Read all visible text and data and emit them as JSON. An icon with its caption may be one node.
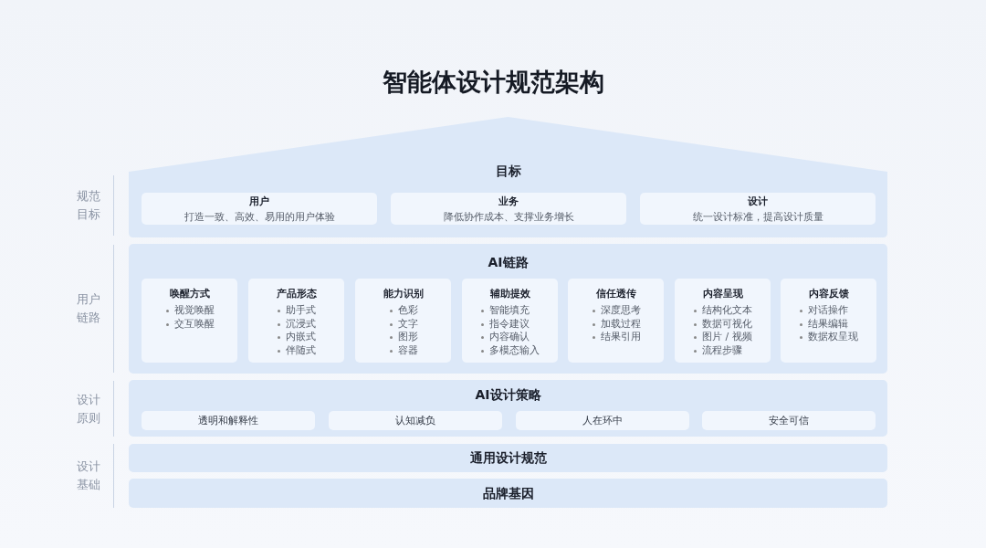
{
  "diagram": {
    "title": "智能体设计规范架构",
    "nodes": [
      {
        "text": [
          "目标"
        ]
      },
      {
        "text": [
          "用户",
          "打造一致、高效、易用的用户体验"
        ],
        "in": 0
      },
      {
        "text": [
          "业务",
          "降低协作成本、支撑业务增长"
        ],
        "in": 0
      },
      {
        "text": [
          "设计",
          "统一设计标准，提高设计质量"
        ],
        "in": 0
      },
      {
        "text": [
          "AI链路"
        ]
      },
      {
        "text": [
          "唤醒方式",
          "视觉唤醒",
          "交互唤醒"
        ],
        "in": 4
      },
      {
        "text": [
          "产品形态",
          "助手式",
          "沉浸式",
          "内嵌式",
          "伴随式"
        ],
        "in": 4
      },
      {
        "text": [
          "能力识别",
          "色彩",
          "文字",
          "图形",
          "容器"
        ],
        "in": 4
      },
      {
        "text": [
          "辅助提效",
          "智能填充",
          "指令建议",
          "内容确认",
          "多模态输入"
        ],
        "in": 4
      },
      {
        "text": [
          "信任透传",
          "深度思考",
          "加载过程",
          "结果引用"
        ],
        "in": 4
      },
      {
        "text": [
          "内容呈现",
          "结构化文本",
          "数据可视化",
          "图片 / 视频",
          "流程步骤"
        ],
        "in": 4
      },
      {
        "text": [
          "内容反馈",
          "对话操作",
          "结果编辑",
          "数据权呈现"
        ],
        "in": 4
      },
      {
        "text": [
          "AI设计策略"
        ]
      },
      {
        "text": [
          "透明和解释性"
        ],
        "in": 12
      },
      {
        "text": [
          "认知减负"
        ],
        "in": 12
      },
      {
        "text": [
          "人在环中"
        ],
        "in": 12
      },
      {
        "text": [
          "安全可信"
        ],
        "in": 12
      },
      {
        "text": [
          "通用设计规范"
        ]
      },
      {
        "text": [
          "品牌基因"
        ]
      }
    ],
    "labels": [
      "规范目标",
      "用户链路",
      "设计原则",
      "设计基础"
    ]
  }
}
